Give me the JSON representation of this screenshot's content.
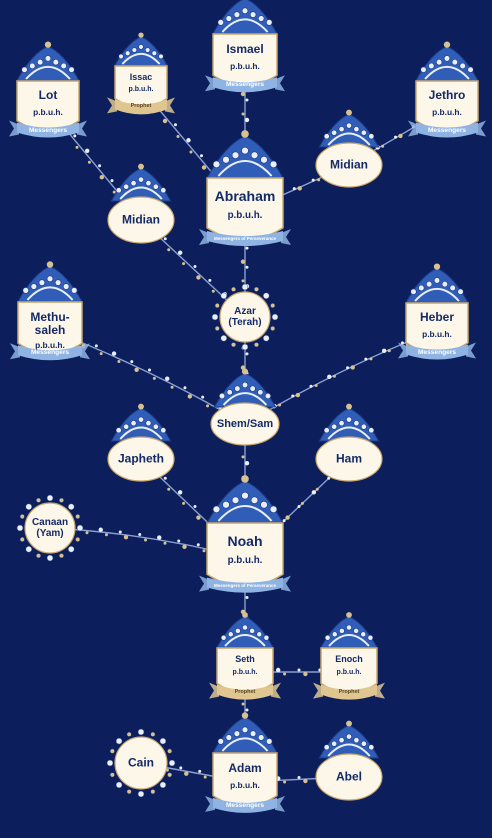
{
  "colors": {
    "background": "#0c1e5b",
    "card": "#fdf7ea",
    "card_border": "#c9a66b",
    "text": "#142a66",
    "ribbon_blue": "#8fb4e3",
    "ribbon_gold": "#dfc590",
    "ornament_blue": "#2f5db8",
    "ornament_light": "#e9eef8"
  },
  "nodes": {
    "ismael": {
      "name": "Ismael",
      "honorific": "p.b.u.h.",
      "ribbon": "Messengers"
    },
    "issac": {
      "name": "Issac",
      "honorific": "p.b.u.h.",
      "ribbon": "Prophet"
    },
    "lot": {
      "name": "Lot",
      "honorific": "p.b.u.h.",
      "ribbon": "Messengers"
    },
    "jethro": {
      "name": "Jethro",
      "honorific": "p.b.u.h.",
      "ribbon": "Messengers"
    },
    "midian_right": {
      "name": "Midian"
    },
    "midian_left": {
      "name": "Midian"
    },
    "abraham": {
      "name": "Abraham",
      "honorific": "p.b.u.h.",
      "ribbon": "Messengers of Perseverance"
    },
    "azar": {
      "name": "Azar\n(Terah)"
    },
    "methuseleh": {
      "name": "Methu-\nsaleh",
      "honorific": "p.b.u.h.",
      "ribbon": "Messengers"
    },
    "heber": {
      "name": "Heber",
      "honorific": "p.b.u.h.",
      "ribbon": "Messengers"
    },
    "shem": {
      "name": "Shem/Sam"
    },
    "japheth": {
      "name": "Japheth"
    },
    "ham": {
      "name": "Ham"
    },
    "canaan": {
      "name": "Canaan\n(Yam)"
    },
    "noah": {
      "name": "Noah",
      "honorific": "p.b.u.h.",
      "ribbon": "Messengers of Perseverance"
    },
    "seth": {
      "name": "Seth",
      "honorific": "p.b.u.h.",
      "ribbon": "Prophet"
    },
    "enoch": {
      "name": "Enoch",
      "honorific": "p.b.u.h.",
      "ribbon": "Prophet"
    },
    "cain": {
      "name": "Cain"
    },
    "adam": {
      "name": "Adam",
      "honorific": "p.b.u.h.",
      "ribbon": "Messengers"
    },
    "abel": {
      "name": "Abel"
    }
  }
}
